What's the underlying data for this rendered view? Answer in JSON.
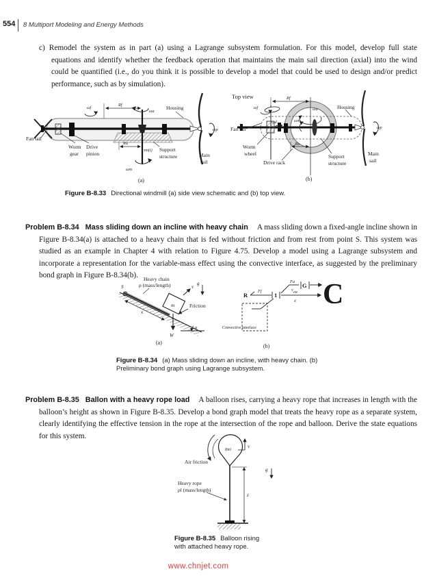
{
  "header": {
    "page_number": "554",
    "chapter_title": "8 Multiport Modeling and Energy Methods"
  },
  "part_c": {
    "marker": "c)",
    "text": "Remodel the system as in part (a) using a Lagrange subsystem formulation. For this model, develop full state equations and identify whether the feedback operation that maintains the main sail direction (axial) into the wind could be quantified (i.e., do you think it is possible to develop a model that could be used to design and/or predict performance, such as by simulation)."
  },
  "fig_833": {
    "side": {
      "omega_f": "ωf",
      "r_f": "Rf",
      "housing": "Housing",
      "omega_a": "ωa",
      "fan_tail": "Fan tail",
      "worm_1": "Worm",
      "worm_2": "gear",
      "drive_1": "Drive",
      "drive_2": "pinion",
      "r_a": "Ra",
      "tau_m": "τm(t)",
      "support_1": "Support",
      "support_2": "structure",
      "main_1": "Main",
      "main_2": "sail",
      "omega_m": "ωm",
      "omega_p": "ωp",
      "sub_label": "(a)"
    },
    "top": {
      "title": "Top view",
      "r_f": "Rf",
      "housing": "Housing",
      "omega_f": "ωf",
      "omega_d": "ωd",
      "omega_a": "ωa",
      "omega_m": "ωm",
      "omega_p": "ωp",
      "fan_tail": "Fan tail",
      "worm_1": "Worm",
      "worm_2": "wheel",
      "drive_rack": "Drive rack",
      "r_a": "Ra",
      "support_1": "Support",
      "support_2": "structure",
      "main_1": "Main",
      "main_2": "sail",
      "sub_label": "(b)"
    },
    "caption_label": "Figure B-8.33",
    "caption_text": "Directional windmill (a) side view schematic and (b) top view."
  },
  "problem_834": {
    "label": "Problem B-8.34",
    "title": "Mass sliding down an incline with heavy chain",
    "body": "A mass sliding down a fixed-angle incline shown in Figure B-8.34(a) is attached to a heavy chain that is fed without friction and from rest from point S. This system was studied as an example in Chapter 4 with relation to Figure 4.75. Develop a model using a Lagrange subsystem and incorporate a representation for the variable-mass effect using the convective interface, as suggested by the preliminary bond graph in Figure B-8.34(b)."
  },
  "fig_834": {
    "incline": {
      "heavy_chain": "Heavy chain",
      "density": "ρ (mass/length)",
      "point_s": "S",
      "x_dim": "x",
      "mass": "m",
      "velocity": "v",
      "gravity": "g",
      "friction": "Friction",
      "weight": "W",
      "alpha": "α",
      "sub_label": "(a)"
    },
    "bond_graph": {
      "r_element": "R",
      "f_f": "Ff",
      "junction_1": "1",
      "f_a": "Fa",
      "v_flow": "v",
      "e_a": "ea",
      "x_dot": "ẋ",
      "g_element": "G",
      "c_element": "C",
      "convective": "Convective interface",
      "sub_label": "(b)"
    },
    "caption_label": "Figure B-8.34",
    "caption_line1": "(a) Mass sliding down an incline, with heavy chain. (b)",
    "caption_line2": "Preliminary bond graph using Lagrange subsystem."
  },
  "problem_835": {
    "label": "Problem B-8.35",
    "title": "Ballon with a heavy rope load",
    "body": "A balloon rises, carrying a heavy rope that increases in length with the balloon’s height as shown in Figure B-8.35. Develop a bond graph model that treats the heavy rope as a separate system, clearly identifying the effective tension in the rope at the intersection of the rope and balloon. Derive the state equations for this system."
  },
  "fig_835": {
    "balloon_mass": "mo",
    "velocity": "v",
    "air_friction": "Air friction",
    "gravity": "g",
    "heavy_rope": "Heavy rope",
    "density": "ρl (mass/length)",
    "z_dim": "z",
    "caption_label": "Figure B-8.35",
    "caption_line1": "Balloon rising",
    "caption_line2": "with attached heavy rope."
  },
  "footer": {
    "watermark": "www.chnjet.com",
    "watermark_color": "#ee3b3b"
  }
}
